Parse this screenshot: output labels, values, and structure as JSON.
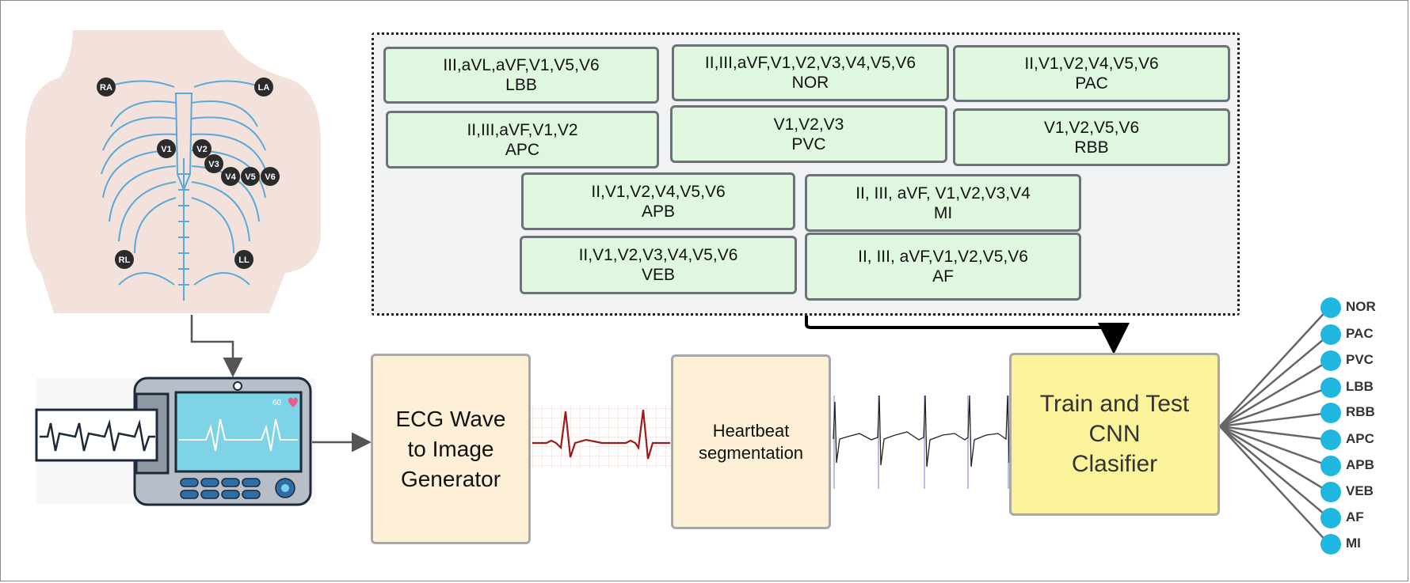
{
  "electrodes": [
    "RA",
    "LA",
    "V1",
    "V2",
    "V3",
    "V4",
    "V5",
    "V6",
    "RL",
    "LL"
  ],
  "monitor": {
    "bpm": "60"
  },
  "lead_groups": [
    {
      "leads": "III,aVL,aVF,V1,V5,V6",
      "cls": "LBB"
    },
    {
      "leads": "II,III,aVF,V1,V2,V3,V4,V5,V6",
      "cls": "NOR"
    },
    {
      "leads": "II,V1,V2,V4,V5,V6",
      "cls": "PAC"
    },
    {
      "leads": "II,III,aVF,V1,V2",
      "cls": "APC"
    },
    {
      "leads": "V1,V2,V3",
      "cls": "PVC"
    },
    {
      "leads": "V1,V2,V5,V6",
      "cls": "RBB"
    },
    {
      "leads": "II,V1,V2,V4,V5,V6",
      "cls": "APB"
    },
    {
      "leads": "II, III, aVF, V1,V2,V3,V4",
      "cls": "MI"
    },
    {
      "leads": "II,V1,V2,V3,V4,V5,V6",
      "cls": "VEB"
    },
    {
      "leads": "II, III, aVF,V1,V2,V5,V6",
      "cls": "AF"
    }
  ],
  "steps": {
    "generator": "ECG Wave\nto Image\nGenerator",
    "segmentation": "Heartbeat\nsegmentation",
    "cnn": "Train and Test\nCNN\nClasifier"
  },
  "outputs": [
    "NOR",
    "PAC",
    "PVC",
    "LBB",
    "RBB",
    "APC",
    "APB",
    "VEB",
    "AF",
    "MI"
  ],
  "colors": {
    "lead_box_fill": "#dff7df",
    "process_fill": "#fdf0d6",
    "cnn_fill": "#fbf39a",
    "output_dot": "#1fb6e0",
    "rib_blue": "#5aa9d6",
    "ecg_red": "#9b1b1b"
  }
}
